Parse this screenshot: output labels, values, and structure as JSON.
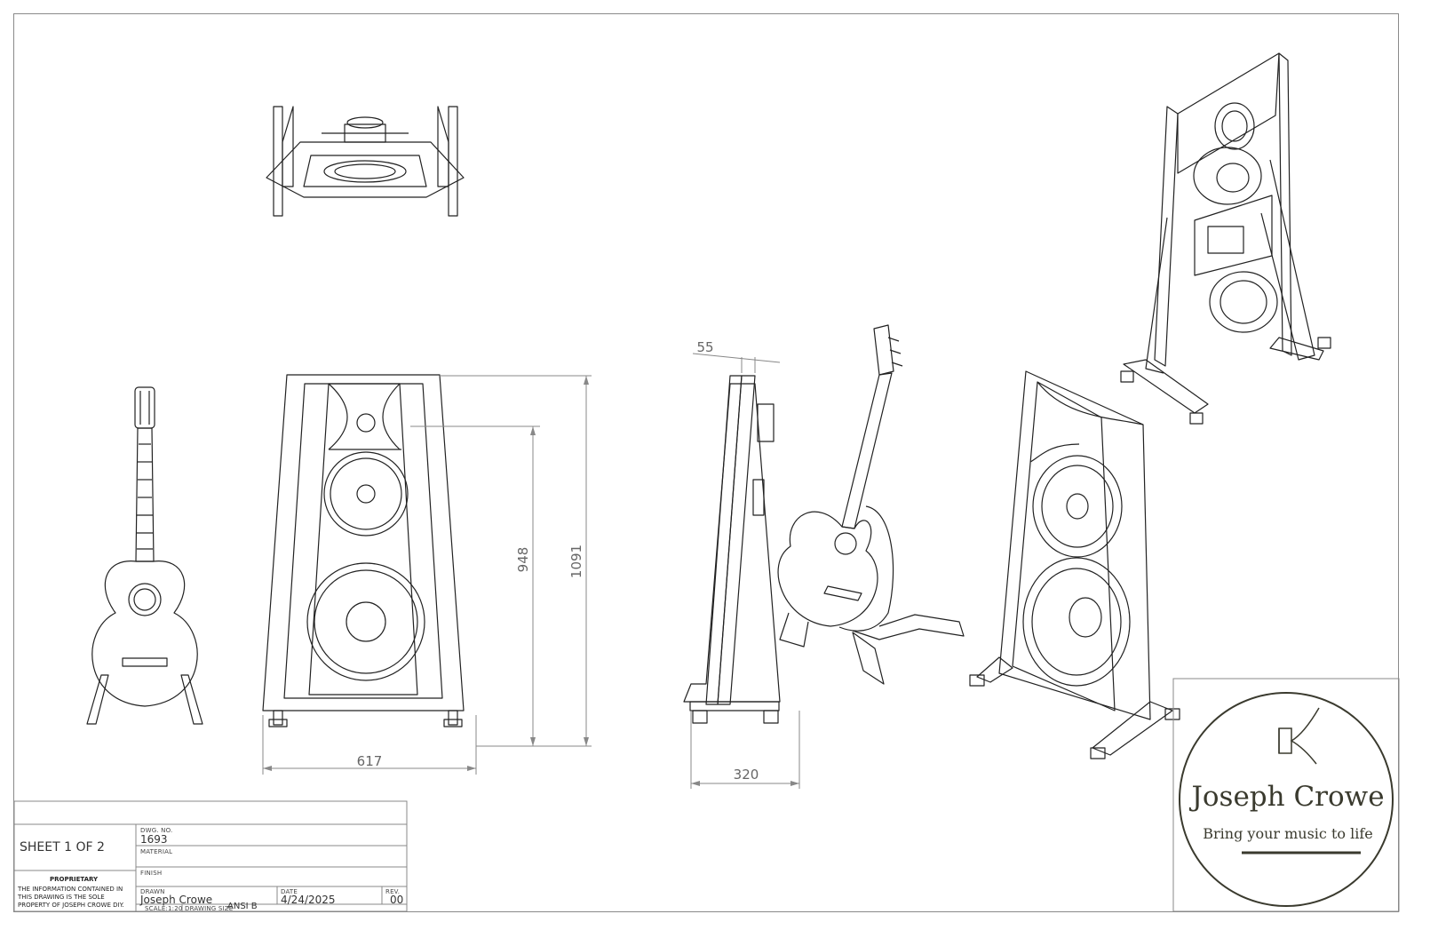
{
  "dimensions": {
    "width_front": "617",
    "height_total": "1091",
    "height_inner": "948",
    "depth_side": "320",
    "baffle_thickness": "55"
  },
  "title_block": {
    "sheet": "SHEET 1 OF 2",
    "proprietary_heading": "PROPRIETARY",
    "proprietary_lines": [
      "THE INFORMATION CONTAINED IN",
      "THIS DRAWING IS THE SOLE",
      "PROPERTY OF JOSEPH CROWE DIY."
    ],
    "dwg_no_label": "DWG. NO.",
    "dwg_no": "1693",
    "material_label": "MATERIAL",
    "finish_label": "FINISH",
    "drawn_label": "DRAWN",
    "drawn_by": "Joseph Crowe",
    "date_label": "DATE",
    "date": "4/24/2025",
    "rev_label": "REV.",
    "rev": "00",
    "scale": "SCALE:1:20",
    "drawing_size_label": "DRAWING SIZE",
    "drawing_size": "ANSI B"
  },
  "logo": {
    "name": "Joseph Crowe",
    "tagline": "Bring your music to life"
  },
  "colors": {
    "line": "#222222",
    "dimension": "#777777",
    "logo": "#3a3a2e"
  }
}
